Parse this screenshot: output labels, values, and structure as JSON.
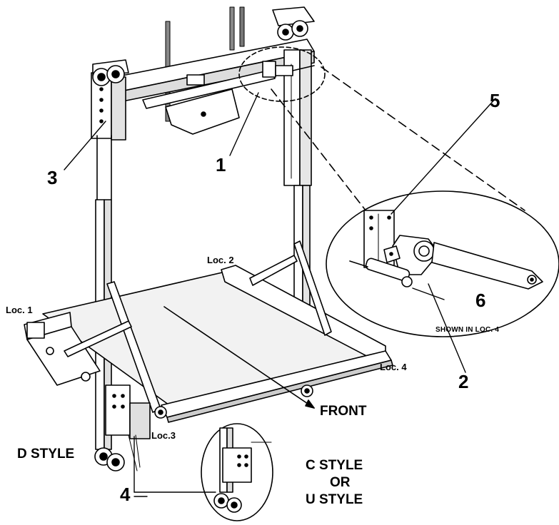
{
  "callouts": {
    "c1": "1",
    "c2": "2",
    "c3": "3",
    "c4": "4",
    "c5": "5",
    "c6": "6"
  },
  "locations": {
    "loc1": "Loc. 1",
    "loc2": "Loc. 2",
    "loc3": "Loc.3",
    "loc4": "Loc. 4"
  },
  "labels": {
    "front": "FRONT",
    "d_style": "D STYLE",
    "c_style": "C STYLE",
    "or": "OR",
    "u_style": "U STYLE",
    "shown_in": "SHOWN IN LOC. 4"
  }
}
